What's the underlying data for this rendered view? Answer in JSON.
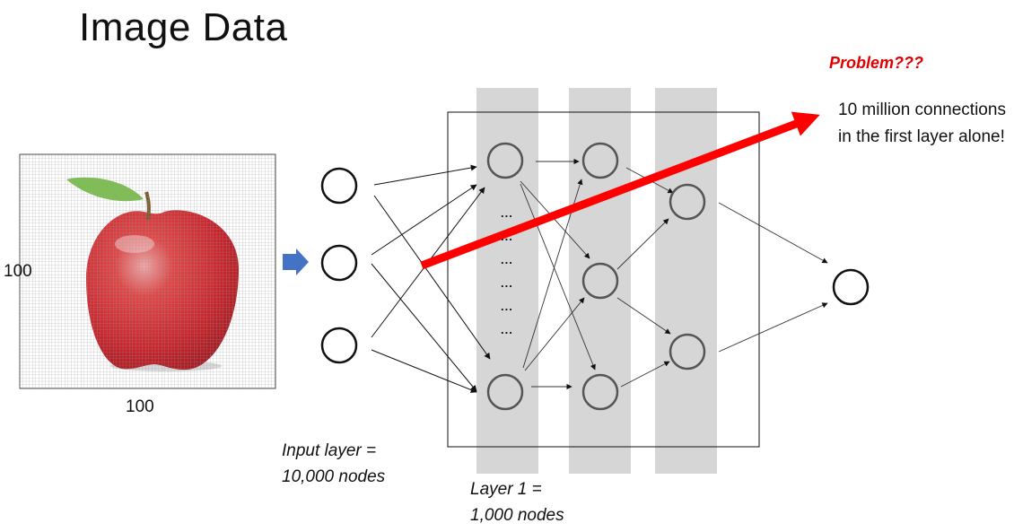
{
  "slide": {
    "title": "Image Data",
    "image_height_label": "100",
    "image_width_label": "100"
  },
  "image": {
    "subject": "apple-photo-pixel-grid",
    "apple_color": "#d42a2f",
    "leaf_color": "#7ec050"
  },
  "network": {
    "input_caption": "Input layer =\n10,000 nodes",
    "layer1_caption": "Layer 1 =\n1,000 nodes",
    "ellipsis": "..."
  },
  "problem": {
    "label": "Problem???",
    "text": "10 million connections in the first layer alone!"
  },
  "colors": {
    "problem_red": "#e00000",
    "column_gray": "#d6d6d6",
    "node_outline": "#555555",
    "input_arrow_blue": "#4472c4"
  }
}
